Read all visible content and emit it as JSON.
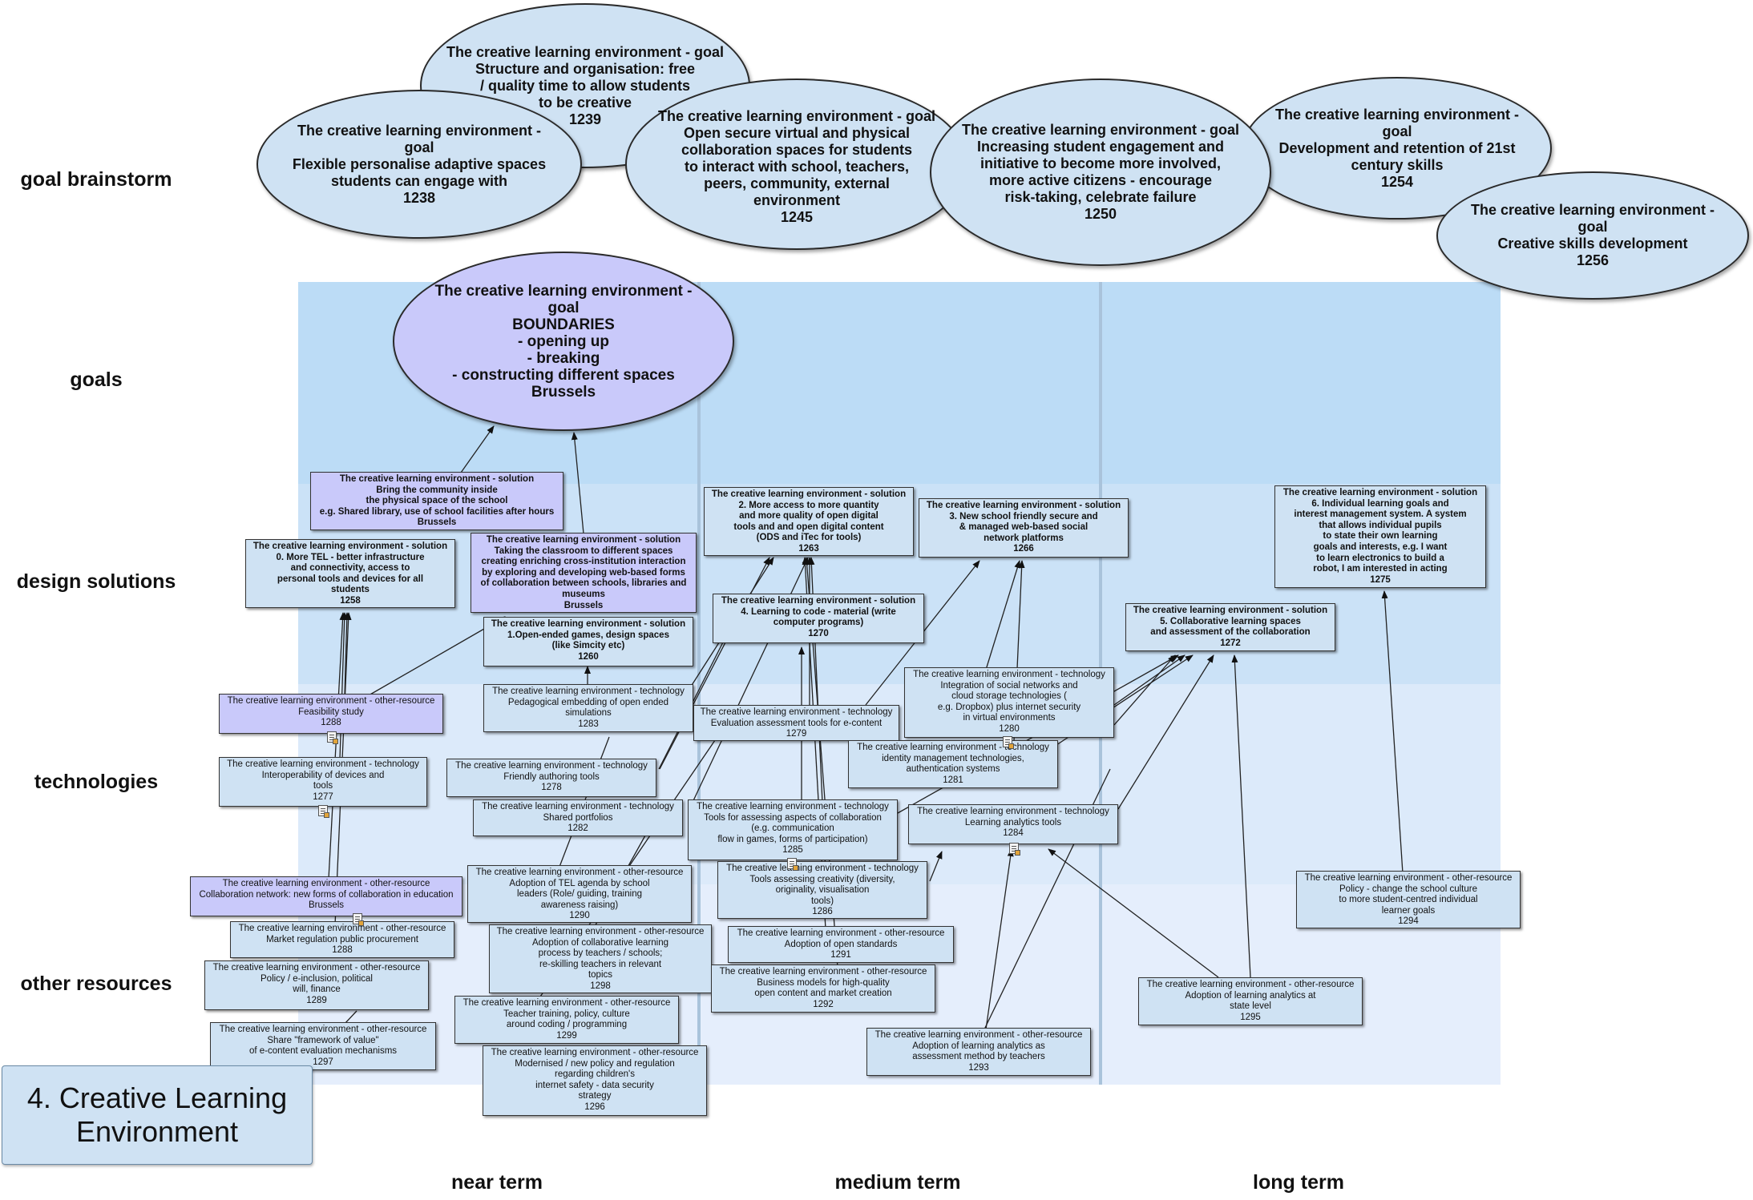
{
  "title": "4. Creative Learning Environment",
  "rows": {
    "goal_brainstorm": "goal brainstorm",
    "goals": "goals",
    "design_solutions": "design solutions",
    "technologies": "technologies",
    "other_resources": "other resources"
  },
  "columns": {
    "near": "near term",
    "medium": "medium term",
    "long": "long term"
  },
  "brainstorm_goals": [
    {
      "id": "g1239",
      "lines": [
        "The creative learning environment - goal",
        "Structure and organisation: free",
        "/ quality time to allow students",
        "to be creative",
        "1239"
      ]
    },
    {
      "id": "g1238",
      "lines": [
        "The creative learning environment - goal",
        "Flexible personalise adaptive spaces",
        "students can engage with",
        "1238"
      ]
    },
    {
      "id": "g1245",
      "lines": [
        "The creative learning environment - goal",
        "Open secure virtual and physical",
        "collaboration spaces for students",
        "to interact with school, teachers,",
        "peers, community, external",
        "environment",
        "1245"
      ]
    },
    {
      "id": "g1250",
      "lines": [
        "The creative learning environment - goal",
        "Increasing student engagement and",
        "initiative to become more involved,",
        "more active citizens - encourage",
        "risk-taking, celebrate failure",
        "1250"
      ]
    },
    {
      "id": "g1254",
      "lines": [
        "The creative learning environment - goal",
        "Development and retention of 21st",
        "century skills",
        "1254"
      ]
    },
    {
      "id": "g1256",
      "lines": [
        "The creative learning environment - goal",
        "Creative skills development",
        "1256"
      ]
    }
  ],
  "main_goal": {
    "id": "gB",
    "lines": [
      "The creative learning environment - goal",
      "BOUNDARIES",
      "- opening up",
      "- breaking",
      "- constructing different spaces",
      "Brussels"
    ]
  },
  "solutions": [
    {
      "id": "sComm",
      "lines": [
        "The creative learning environment - solution",
        "Bring the community inside",
        "the physical space of the school",
        "e.g. Shared library, use of school facilities after hours",
        "Brussels"
      ]
    },
    {
      "id": "s1258",
      "lines": [
        "The creative learning environment - solution",
        "0. More TEL - better infrastructure",
        "and connectivity, access to",
        "personal tools and devices for all",
        "students",
        "1258"
      ]
    },
    {
      "id": "sClass",
      "lines": [
        "The creative learning environment - solution",
        "Taking the classroom to different spaces",
        "creating enriching cross-institution interaction",
        "by exploring and developing web-based forms",
        "of collaboration between schools, libraries and",
        "museums",
        "Brussels"
      ]
    },
    {
      "id": "s1260",
      "lines": [
        "The creative learning environment - solution",
        "1.Open-ended games, design spaces",
        "(like Simcity etc)",
        "1260"
      ]
    },
    {
      "id": "s1263",
      "lines": [
        "The creative learning environment - solution",
        "2. More access to more quantity",
        "and more quality of open digital",
        "tools and and open digital content",
        "(ODS and iTec for tools)",
        "1263"
      ]
    },
    {
      "id": "s1270",
      "lines": [
        "The creative learning environment - solution",
        "4. Learning to code - material (write",
        "computer programs)",
        "1270"
      ]
    },
    {
      "id": "s1266",
      "lines": [
        "The creative learning environment - solution",
        "3. New school friendly secure and",
        "& managed web-based social",
        "network platforms",
        "1266"
      ]
    },
    {
      "id": "s1272",
      "lines": [
        "The creative learning environment - solution",
        "5. Collaborative learning spaces",
        "and assessment of the collaboration",
        "1272"
      ]
    },
    {
      "id": "s1275",
      "lines": [
        "The creative learning environment - solution",
        "6. Individual learning goals and",
        "interest management system. A system",
        "that allows individual pupils",
        "to state their own learning",
        "goals and interests, e.g. I want",
        "to learn electronics to build a",
        "robot, I am interested in acting",
        "1275"
      ]
    }
  ],
  "technologies": [
    {
      "id": "t1283",
      "lines": [
        "The creative learning environment - technology",
        "Pedagogical embedding of open ended",
        "simulations",
        "1283"
      ]
    },
    {
      "id": "t1279",
      "lines": [
        "The creative learning environment - technology",
        "Evaluation assessment tools for e-content",
        "1279"
      ]
    },
    {
      "id": "t1280",
      "lines": [
        "The creative learning environment - technology",
        "Integration of social networks and",
        "cloud storage technologies (",
        "e.g. Dropbox) plus internet security",
        "in virtual environments",
        "1280"
      ]
    },
    {
      "id": "t1277",
      "lines": [
        "The creative learning environment - technology",
        "Interoperability of devices and",
        "tools",
        "1277"
      ]
    },
    {
      "id": "t1278",
      "lines": [
        "The creative learning environment - technology",
        "Friendly authoring tools",
        "1278"
      ]
    },
    {
      "id": "t1281",
      "lines": [
        "The creative learning environment - technology",
        "identity management technologies,",
        "authentication systems",
        "1281"
      ]
    },
    {
      "id": "t1282",
      "lines": [
        "The creative learning environment - technology",
        "Shared portfolios",
        "1282"
      ]
    },
    {
      "id": "t1285",
      "lines": [
        "The creative learning environment - technology",
        "Tools for assessing aspects of collaboration",
        "(e.g. communication",
        "flow in games, forms of participation)",
        "1285"
      ]
    },
    {
      "id": "t1284",
      "lines": [
        "The creative learning environment - technology",
        "Learning analytics tools",
        "1284"
      ]
    },
    {
      "id": "t1286",
      "lines": [
        "The creative learning environment - technology",
        "Tools assessing creativity (diversity,",
        "originality, visualisation",
        "tools)",
        "1286"
      ]
    }
  ],
  "resources": [
    {
      "id": "r1288a",
      "lines": [
        "The creative learning environment - other-resource",
        "Feasibility study",
        "1288"
      ]
    },
    {
      "id": "rCollab",
      "lines": [
        "The creative learning environment - other-resource",
        "Collaboration network: new forms of collaboration in education",
        "Brussels"
      ]
    },
    {
      "id": "r1290",
      "lines": [
        "The creative learning environment - other-resource",
        "Adoption of TEL agenda by school",
        "leaders (Role/ guiding, training",
        "awareness raising)",
        "1290"
      ]
    },
    {
      "id": "r1288b",
      "lines": [
        "The creative learning environment - other-resource",
        "Market regulation public procurement",
        "1288"
      ]
    },
    {
      "id": "r1298",
      "lines": [
        "The creative learning environment - other-resource",
        "Adoption of collaborative learning",
        "process by teachers / schools;",
        "re-skilling teachers in relevant",
        "topics",
        "1298"
      ]
    },
    {
      "id": "r1291",
      "lines": [
        "The creative learning environment - other-resource",
        "Adoption of open standards",
        "1291"
      ]
    },
    {
      "id": "r1289",
      "lines": [
        "The creative learning environment - other-resource",
        "Policy / e-inclusion, political",
        "will, finance",
        "1289"
      ]
    },
    {
      "id": "r1292",
      "lines": [
        "The creative learning environment - other-resource",
        "Business models for high-quality",
        "open content and market creation",
        "1292"
      ]
    },
    {
      "id": "r1299",
      "lines": [
        "The creative learning environment - other-resource",
        "Teacher training, policy, culture",
        "around coding / programming",
        "1299"
      ]
    },
    {
      "id": "r1297",
      "lines": [
        "The creative learning environment - other-resource",
        "Share \"framework of value\"",
        "of e-content evaluation mechanisms",
        "1297"
      ]
    },
    {
      "id": "r1296",
      "lines": [
        "The creative learning environment - other-resource",
        "Modernised / new policy and regulation",
        "regarding children's",
        "internet safety - data security",
        "strategy",
        "1296"
      ]
    },
    {
      "id": "r1293",
      "lines": [
        "The creative learning environment - other-resource",
        "Adoption of learning analytics as",
        "assessment method by teachers",
        "1293"
      ]
    },
    {
      "id": "r1295",
      "lines": [
        "The creative learning environment - other-resource",
        "Adoption of learning analytics at",
        "state level",
        "1295"
      ]
    },
    {
      "id": "r1294",
      "lines": [
        "The creative learning environment - other-resource",
        "Policy - change the school culture",
        "to more student-centred individual",
        "learner goals",
        "1294"
      ]
    }
  ]
}
